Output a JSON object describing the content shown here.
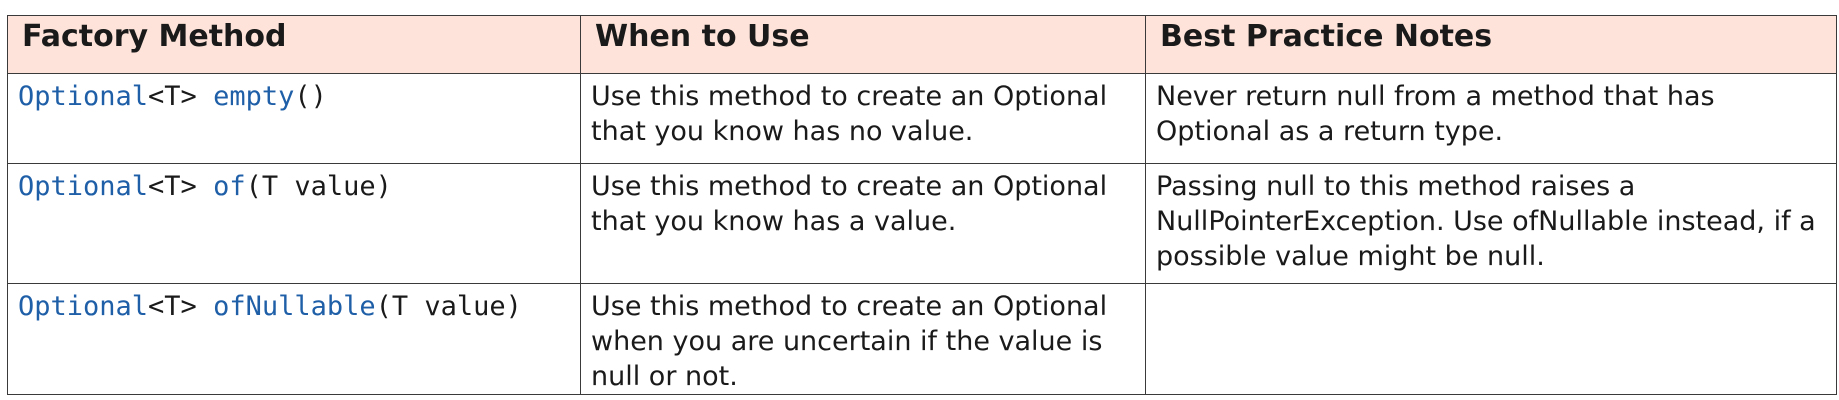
{
  "headers": [
    "Factory Method",
    "When to Use",
    "Best Practice Notes"
  ],
  "colors": {
    "header_bg": "#fde3d9",
    "code_keyword": "#1f5fa8",
    "text": "#1a1a1a"
  },
  "rows": [
    {
      "method": {
        "type": "Optional",
        "generic": "<T> ",
        "name": "empty",
        "args": "()"
      },
      "when": "Use this method to create an Optional that you know has no value.",
      "notes": "Never return null from a method that has Optional as a return type."
    },
    {
      "method": {
        "type": "Optional",
        "generic": "<T> ",
        "name": "of",
        "args": "(T value)"
      },
      "when": "Use this method to create an Optional that you know has a value.",
      "notes": "Passing null to this method raises a NullPointerException. Use ofNullable instead, if a possible value might be null."
    },
    {
      "method": {
        "type": "Optional",
        "generic": "<T> ",
        "name": "ofNullable",
        "args": "(T value)"
      },
      "when": "Use this method to create an Optional when you are uncertain if the value is null or not.",
      "notes": ""
    }
  ]
}
